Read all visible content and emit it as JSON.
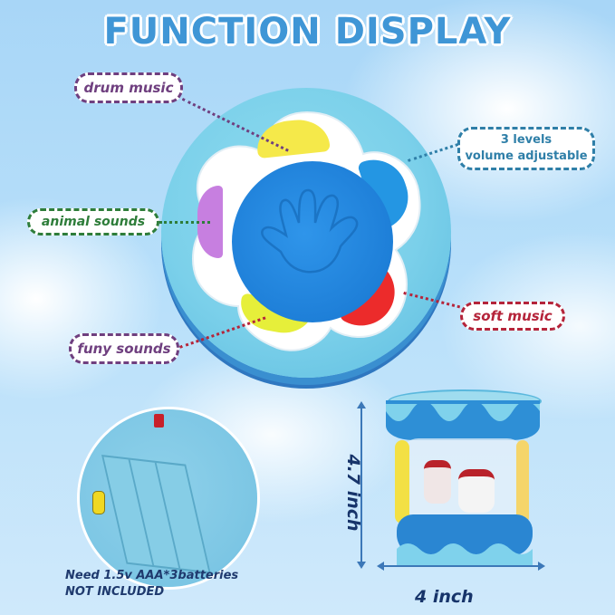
{
  "title": "FUNCTION DISPLAY",
  "labels": {
    "drum_music": {
      "text": "drum music",
      "color": "#6f3f7f"
    },
    "volume": {
      "line1": "3  levels",
      "line2": "volume adjustable",
      "color": "#2f7fa8"
    },
    "animal_sounds": {
      "text": "animal sounds",
      "color": "#2e7d3a"
    },
    "funy_sounds": {
      "text": "funy sounds",
      "color": "#6f3f7f"
    },
    "soft_music": {
      "text": "soft music",
      "color": "#b5243a"
    }
  },
  "battery_note": {
    "line1": "Need 1.5v AAA*3batteries",
    "line2": "NOT INCLUDED"
  },
  "dimensions": {
    "height": "4.7 inch",
    "width": "4 inch"
  },
  "colors": {
    "title": "#3f96d6",
    "pad": "#1e7fd8",
    "key_yellow": "#f5e94a",
    "key_blue": "#2496e3",
    "key_purple": "#c77fe0",
    "key_red": "#ec2b2b",
    "key_lime": "#e6ef3a",
    "drum_body": "#7bd0ea"
  }
}
